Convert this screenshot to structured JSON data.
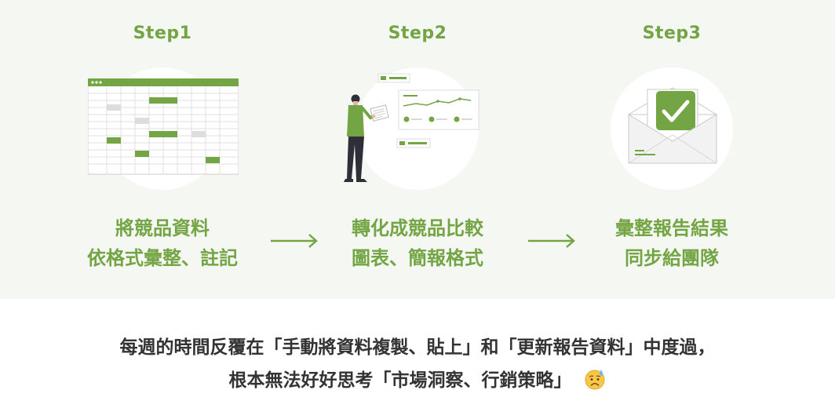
{
  "steps": [
    {
      "title": "Step1",
      "lines": [
        "將競品資料",
        "依格式彙整、註記"
      ],
      "icon": "spreadsheet-icon"
    },
    {
      "title": "Step2",
      "lines": [
        "轉化成競品比較",
        "圖表、簡報格式"
      ],
      "icon": "presentation-chart-icon"
    },
    {
      "title": "Step3",
      "lines": [
        "彙整報告結果",
        "同步給團隊"
      ],
      "icon": "envelope-check-icon"
    }
  ],
  "bottom": {
    "line1": "每週的時間反覆在「手動將資料複製、貼上」和「更新報告資料」中度過，",
    "line2": "根本無法好好思考「市場洞察、行銷策略」",
    "emoji": "worried-sweat-face-emoji"
  },
  "colors": {
    "accent": "#74a545",
    "panel_bg": "#f5f7f2",
    "text_dark": "#333333",
    "grid_gray": "#dddddd"
  }
}
